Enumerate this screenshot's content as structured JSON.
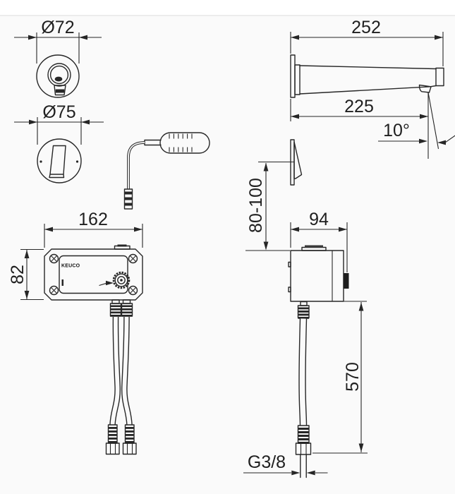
{
  "brand": "KEUCO",
  "dims": {
    "spout_escutcheon_diameter": "Ø72",
    "sensor_escutcheon_diameter": "Ø75",
    "spout_length": "252",
    "spout_outlet_projection": "225",
    "spray_angle": "10°",
    "sensor_mounting_height": "80-100",
    "control_box_width": "162",
    "control_box_height": "82",
    "control_box_depth": "94",
    "hose_length": "570",
    "connection_thread": "G3/8"
  },
  "colors": {
    "line": "#272727",
    "background": "#fafafa",
    "text": "#1f1f1f"
  }
}
